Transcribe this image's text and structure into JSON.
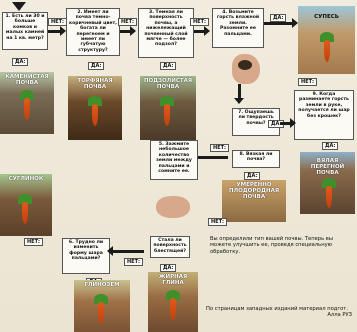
{
  "questions": {
    "q1": "1. Есть ли 30 и больше комков и малых камней на 1 кв. метр?",
    "q2": "2. Имеет ли почва темно-коричневый цвет, богата ли перегноем и имеет ли губчатую структуру?",
    "q3": "3. Темная ли поверхность почвы, а нижележащий почвенный слой мягче — более подзол?",
    "q4": "4. Возьмите горсть влажной земли. Разомните ее пальцами.",
    "q5": "5. Зажмите небольшое количество земли между пальцами и сомните ее.",
    "q6": "6. Трудно ли изменить форму шара пальцами?",
    "q7": "7. Ощупаешь ли твердость почвы?",
    "q8": "8. Вязкая ли почва?",
    "q9": "9. Когда разминаете горсть земли в руке, получается ли шар без крошек?",
    "q_round": "Стала ли поверхность блестящей?"
  },
  "labels": {
    "yes": "ДА:",
    "no": "НЕТ:"
  },
  "soils": {
    "stony": "КАМЕНИСТАЯ ПОЧВА",
    "peat": "ТОРФЯНАЯ ПОЧВА",
    "podzol": "ПОДЗОЛИСТАЯ ПОЧВА",
    "sandy": "СУПЕСЬ",
    "humus_heavy": "ВЯЛАЯ ПЕРЕГНОЙ ПОЧВА",
    "moderate": "УМЕРЕННО ПЛОДОРОДНАЯ ПОЧВА",
    "loam": "СУГЛИНОК",
    "clay": "ГЛИНОЗЕМ",
    "fat_clay": "ЖИРНАЯ ГЛИНА"
  },
  "note": "Вы определили тип вашей почвы. Теперь вы можете улучшить ее, проведя специальную обработку.",
  "footer": {
    "line1": "По страницам западных изданий материал подгот.",
    "line2": "Алла РУЗ"
  }
}
